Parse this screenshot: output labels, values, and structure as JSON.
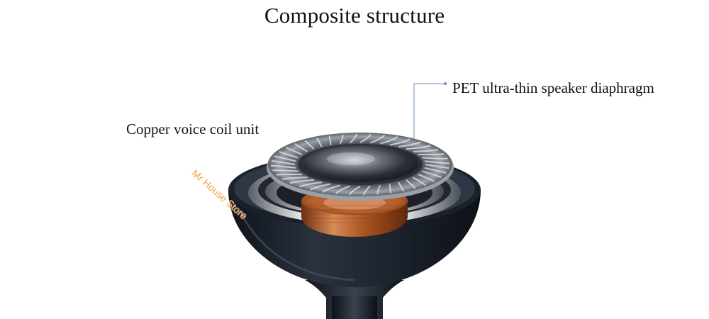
{
  "title": "Composite structure",
  "callouts": {
    "coil_label": "Copper voice coil unit",
    "diaphragm_label": "PET ultra-thin speaker diaphragm"
  },
  "watermark": "Mr House Store",
  "colors": {
    "leader_line": "#6f8fb8",
    "earbud_shell": "#1a2029",
    "copper": "#c2692f",
    "watermark": "#f0a040"
  }
}
